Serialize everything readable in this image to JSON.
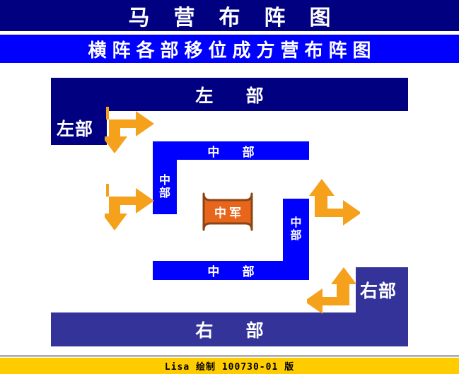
{
  "header": {
    "main_title": "马营布阵图",
    "sub_title": "横阵各部移位成方营布阵图"
  },
  "diagram": {
    "left_wing": {
      "top_bar_label": "左  部",
      "stub_label": "左部",
      "color": "#000080"
    },
    "right_wing": {
      "bottom_bar_label": "右  部",
      "stub_label": "右部",
      "color": "#333399"
    },
    "center_wing": {
      "top_bar_label": "中  部",
      "left_col_label_1": "中",
      "left_col_label_2": "部",
      "bottom_bar_label": "中  部",
      "right_col_label_1": "中",
      "right_col_label_2": "部",
      "color": "#0000ff"
    },
    "command": {
      "label": "中军",
      "fill": "#e8661c",
      "stroke": "#8b4513"
    },
    "arrows": {
      "color": "#f5a11b",
      "items": [
        {
          "name": "arrow-left-upper",
          "direction": "right-then-down"
        },
        {
          "name": "arrow-left-lower",
          "direction": "right-then-down"
        },
        {
          "name": "arrow-right-upper",
          "direction": "up-then-right"
        },
        {
          "name": "arrow-right-lower",
          "direction": "up-then-left"
        }
      ]
    }
  },
  "footer": {
    "credit": "Lisa 绘制 100730-01 版",
    "background": "#ffcc00"
  }
}
